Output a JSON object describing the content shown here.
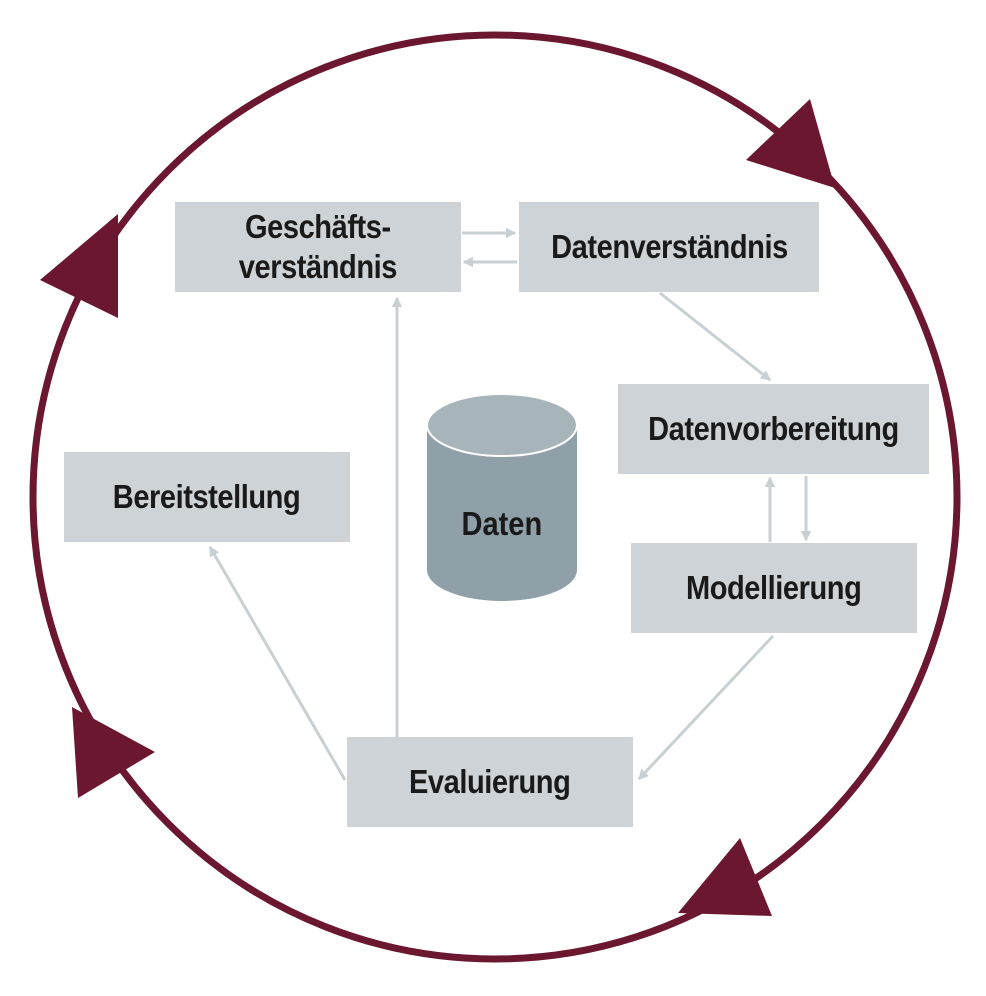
{
  "title": "CRISP-DM Prozessmodell",
  "colors": {
    "cycle": "#6b1730",
    "box": "#cdd3d6",
    "connector": "#c8d0d4",
    "database": "#8fa0a8"
  },
  "phases": {
    "business": "Geschäfts-\nverständnis",
    "data_understanding": "Datenverständnis",
    "data_preparation": "Datenvorbereitung",
    "modeling": "Modellierung",
    "evaluation": "Evaluierung",
    "deployment": "Bereitstellung"
  },
  "database": {
    "label": "Daten"
  }
}
